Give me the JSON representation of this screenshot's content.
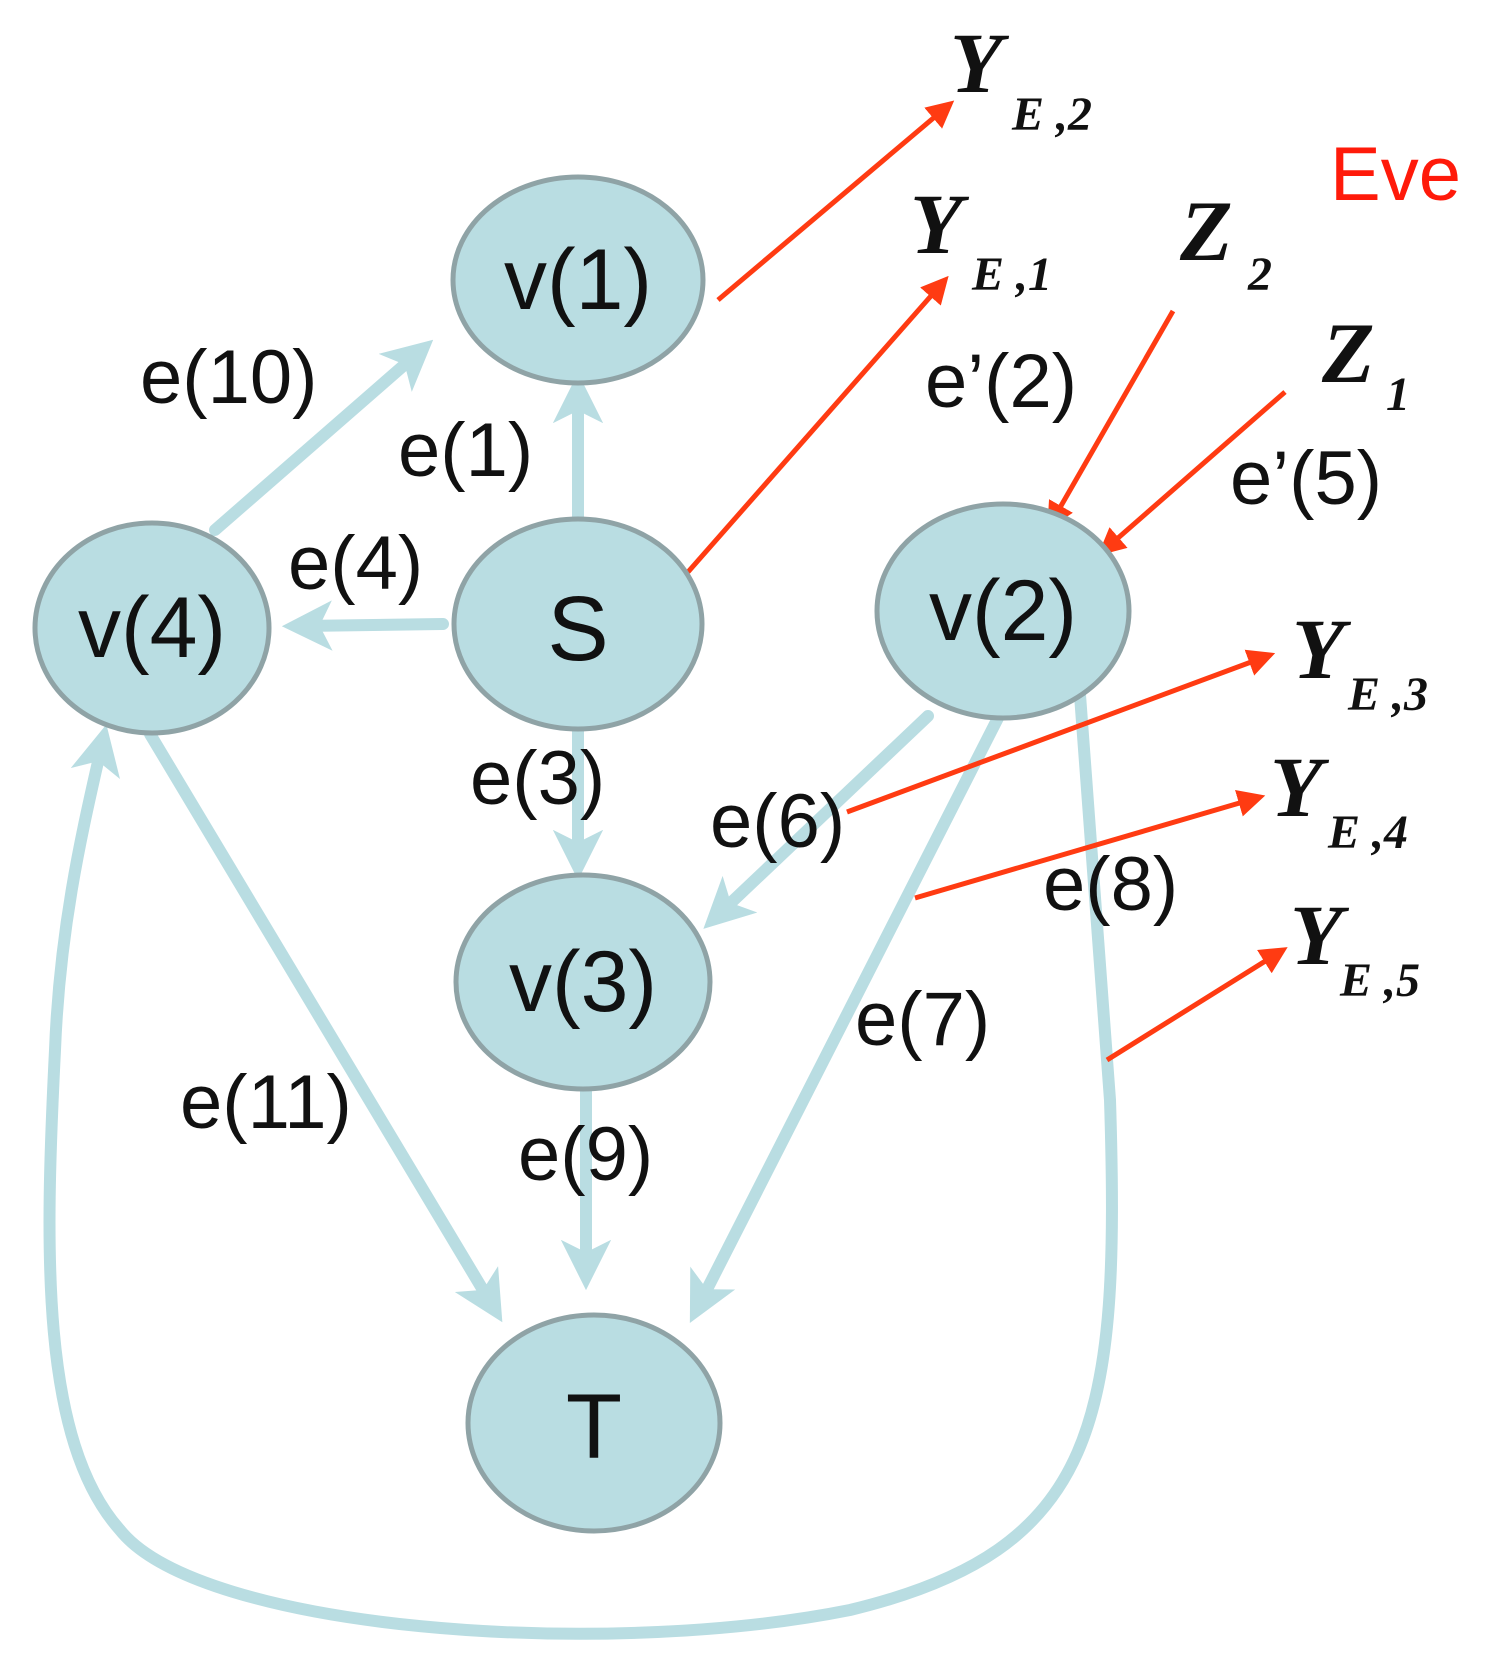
{
  "nodes": {
    "v1": "v(1)",
    "v2": "v(2)",
    "v3": "v(3)",
    "v4": "v(4)",
    "s": "S",
    "t": "T"
  },
  "edges": {
    "e1": "e(1)",
    "e3": "e(3)",
    "e4": "e(4)",
    "e6": "e(6)",
    "e7": "e(7)",
    "e8": "e(8)",
    "e9": "e(9)",
    "e10": "e(10)",
    "e11": "e(11)",
    "e_prime_2": "e’(2)",
    "e_prime_5": "e’(5)"
  },
  "eve": "Eve",
  "observations": {
    "y_e2": {
      "sym": "Y",
      "sub": "E ,2"
    },
    "y_e1": {
      "sym": "Y",
      "sub": "E ,1"
    },
    "y_e3": {
      "sym": "Y",
      "sub": "E ,3"
    },
    "y_e4": {
      "sym": "Y",
      "sub": "E ,4"
    },
    "y_e5": {
      "sym": "Y",
      "sub": "E ,5"
    },
    "z2": {
      "sym": "Z",
      "sub": "2"
    },
    "z1": {
      "sym": "Z",
      "sub": "1"
    }
  },
  "colors": {
    "node_fill": "#b9dde2",
    "node_stroke": "#8fa3a6",
    "edge": "#b9dde2",
    "eavesdrop_arrow": "#ff3b12",
    "eve_label": "#ff1a0a"
  }
}
